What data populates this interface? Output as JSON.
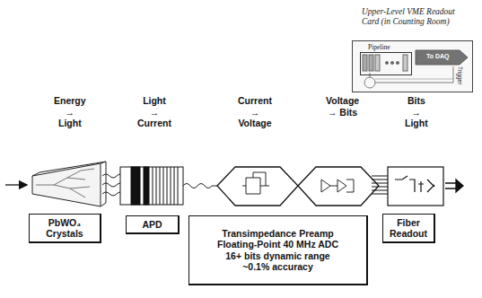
{
  "diagram": {
    "nodes": [
      {
        "text": [
          "Upper-Level VME Readout Card (in Counting Room)"
        ]
      },
      {
        "text": [
          "Pipeline"
        ],
        "in": 0
      },
      {
        "text": [
          "PbWO₄ Crystals"
        ]
      },
      {
        "text": [
          "APD"
        ]
      },
      {
        "text": [
          "Transimpedance Preamp",
          "Floating-Point 40 MHz ADC",
          "16+ bits dynamic range",
          "~0.1% accuracy"
        ]
      },
      {
        "text": [
          "Fiber Readout"
        ]
      }
    ],
    "labels": [
      "Energy → Light",
      "Light → Current",
      "Current → Voltage",
      "Voltage → Bits",
      "Bits → Light",
      "To DAQ",
      "Trigger"
    ]
  }
}
